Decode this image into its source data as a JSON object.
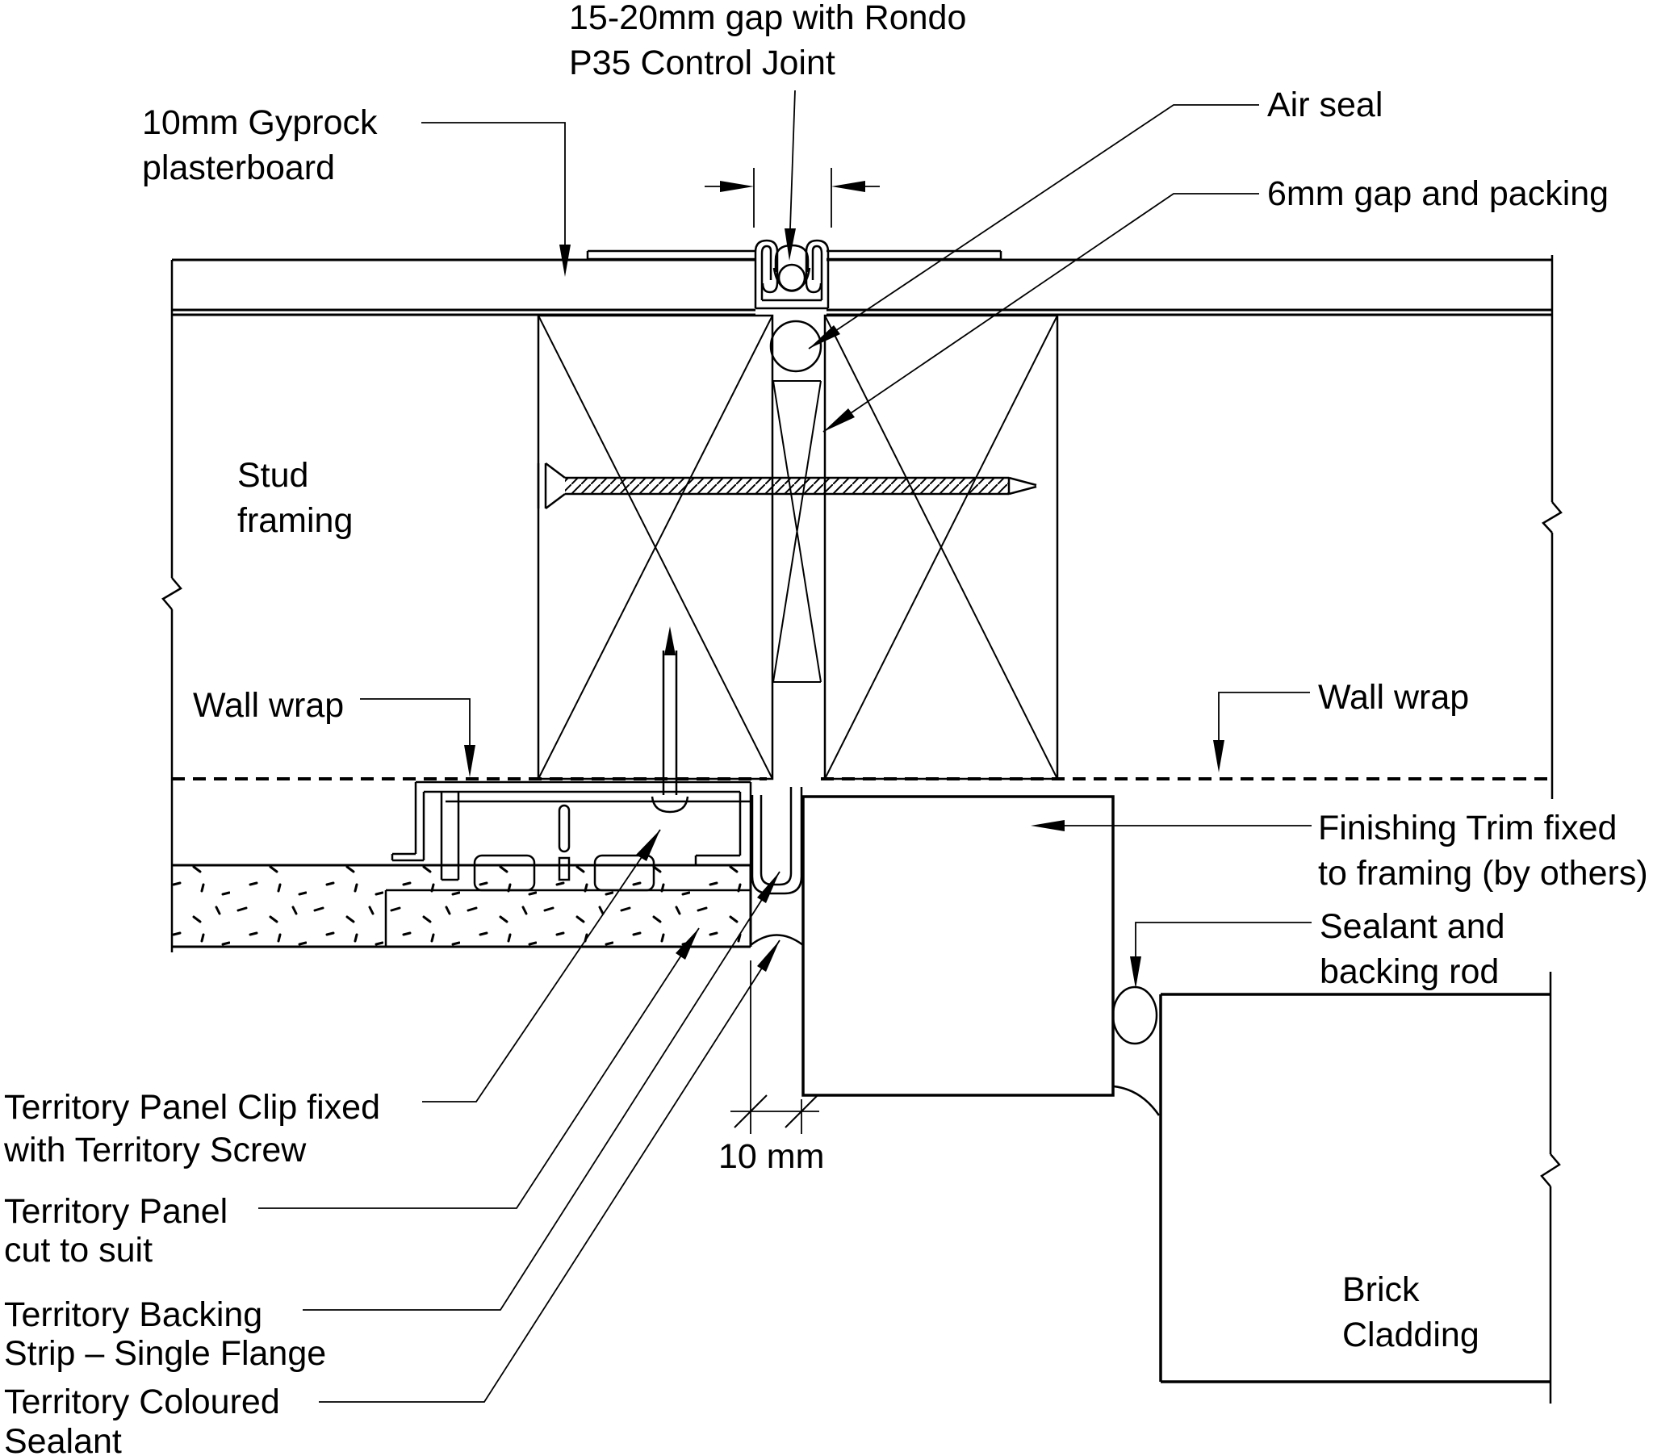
{
  "drawing_type": "construction-detail-section",
  "colors": {
    "line": "#000000",
    "background": "#ffffff"
  },
  "labels": {
    "control_joint_gap": {
      "lines": [
        "15-20mm gap with Rondo",
        "P35 Control Joint"
      ]
    },
    "gyprock": {
      "lines": [
        "10mm Gyprock",
        "plasterboard"
      ]
    },
    "air_seal": {
      "text": "Air seal"
    },
    "gap_packing": {
      "text": "6mm gap and packing"
    },
    "stud_framing": {
      "lines": [
        "Stud",
        "framing"
      ]
    },
    "wall_wrap_left": {
      "text": "Wall wrap"
    },
    "wall_wrap_right": {
      "text": "Wall wrap"
    },
    "finishing_trim": {
      "lines": [
        "Finishing Trim fixed",
        "to framing (by others)"
      ]
    },
    "sealant_backing_rod": {
      "lines": [
        "Sealant and",
        "backing rod"
      ]
    },
    "dimension_10mm": {
      "text": "10 mm"
    },
    "brick_cladding": {
      "lines": [
        "Brick",
        "Cladding"
      ]
    },
    "territory_panel_clip": {
      "lines": [
        "Territory Panel Clip fixed",
        "with Territory Screw"
      ]
    },
    "territory_panel": {
      "lines": [
        "Territory Panel",
        "cut to suit"
      ]
    },
    "territory_backing_strip": {
      "lines": [
        "Territory Backing",
        "Strip – Single Flange"
      ]
    },
    "territory_coloured_sealant": {
      "lines": [
        "Territory Coloured",
        "Sealant"
      ]
    }
  }
}
